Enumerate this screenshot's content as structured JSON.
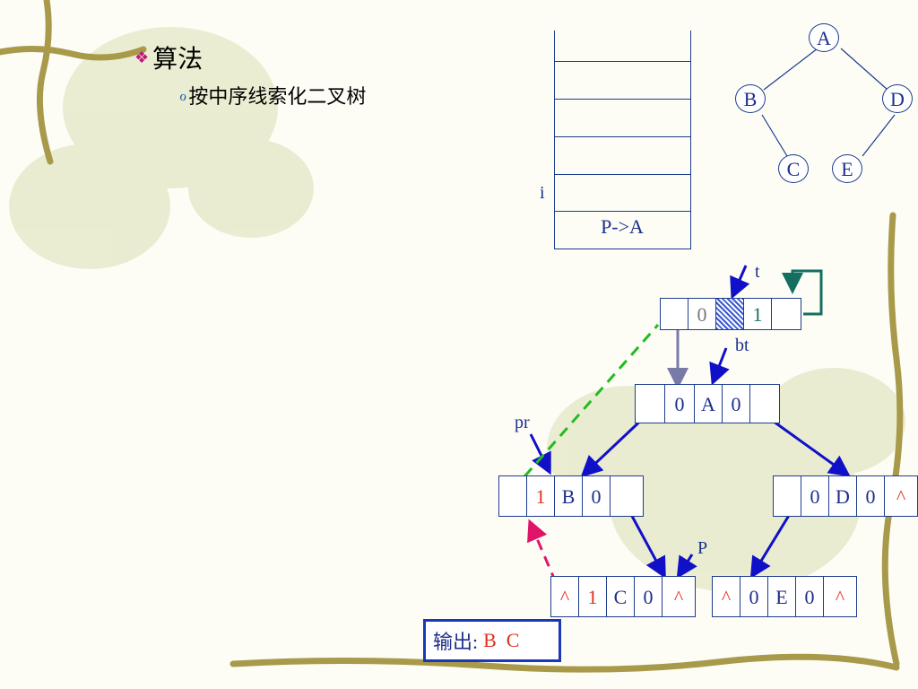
{
  "bullets": [
    {
      "text": "算法",
      "marker": "❖"
    },
    {
      "text": "按中序线索化二叉树",
      "marker": "ℴ"
    }
  ],
  "stack": {
    "index_label": "i",
    "bottom_value": "P->A"
  },
  "tree": {
    "nodes": [
      "A",
      "B",
      "D",
      "C",
      "E"
    ]
  },
  "pointers": {
    "t": "t",
    "bt": "bt",
    "pr": "pr",
    "p": "P"
  },
  "head_node": {
    "ltag": "0",
    "rtag": "1"
  },
  "node_A": {
    "ltag": "0",
    "data": "A",
    "rtag": "0"
  },
  "node_B": {
    "ltag": "1",
    "data": "B",
    "rtag": "0"
  },
  "node_D": {
    "ltag": "0",
    "data": "D",
    "rtag": "0",
    "rchild": "^"
  },
  "node_C": {
    "lchild": "^",
    "ltag": "1",
    "data": "C",
    "rtag": "0",
    "rchild": "^"
  },
  "node_E": {
    "lchild": "^",
    "ltag": "0",
    "data": "E",
    "rtag": "0",
    "rchild": "^"
  },
  "output": {
    "label": "输出:",
    "values": "B  C"
  },
  "colors": {
    "node_border": "#1c3c8c",
    "arrow_blue": "#1010c8",
    "thread_green": "#22bb22",
    "thread_pink": "#e0156a",
    "highlight_red": "#e0301e",
    "self_loop_teal": "#137060"
  }
}
